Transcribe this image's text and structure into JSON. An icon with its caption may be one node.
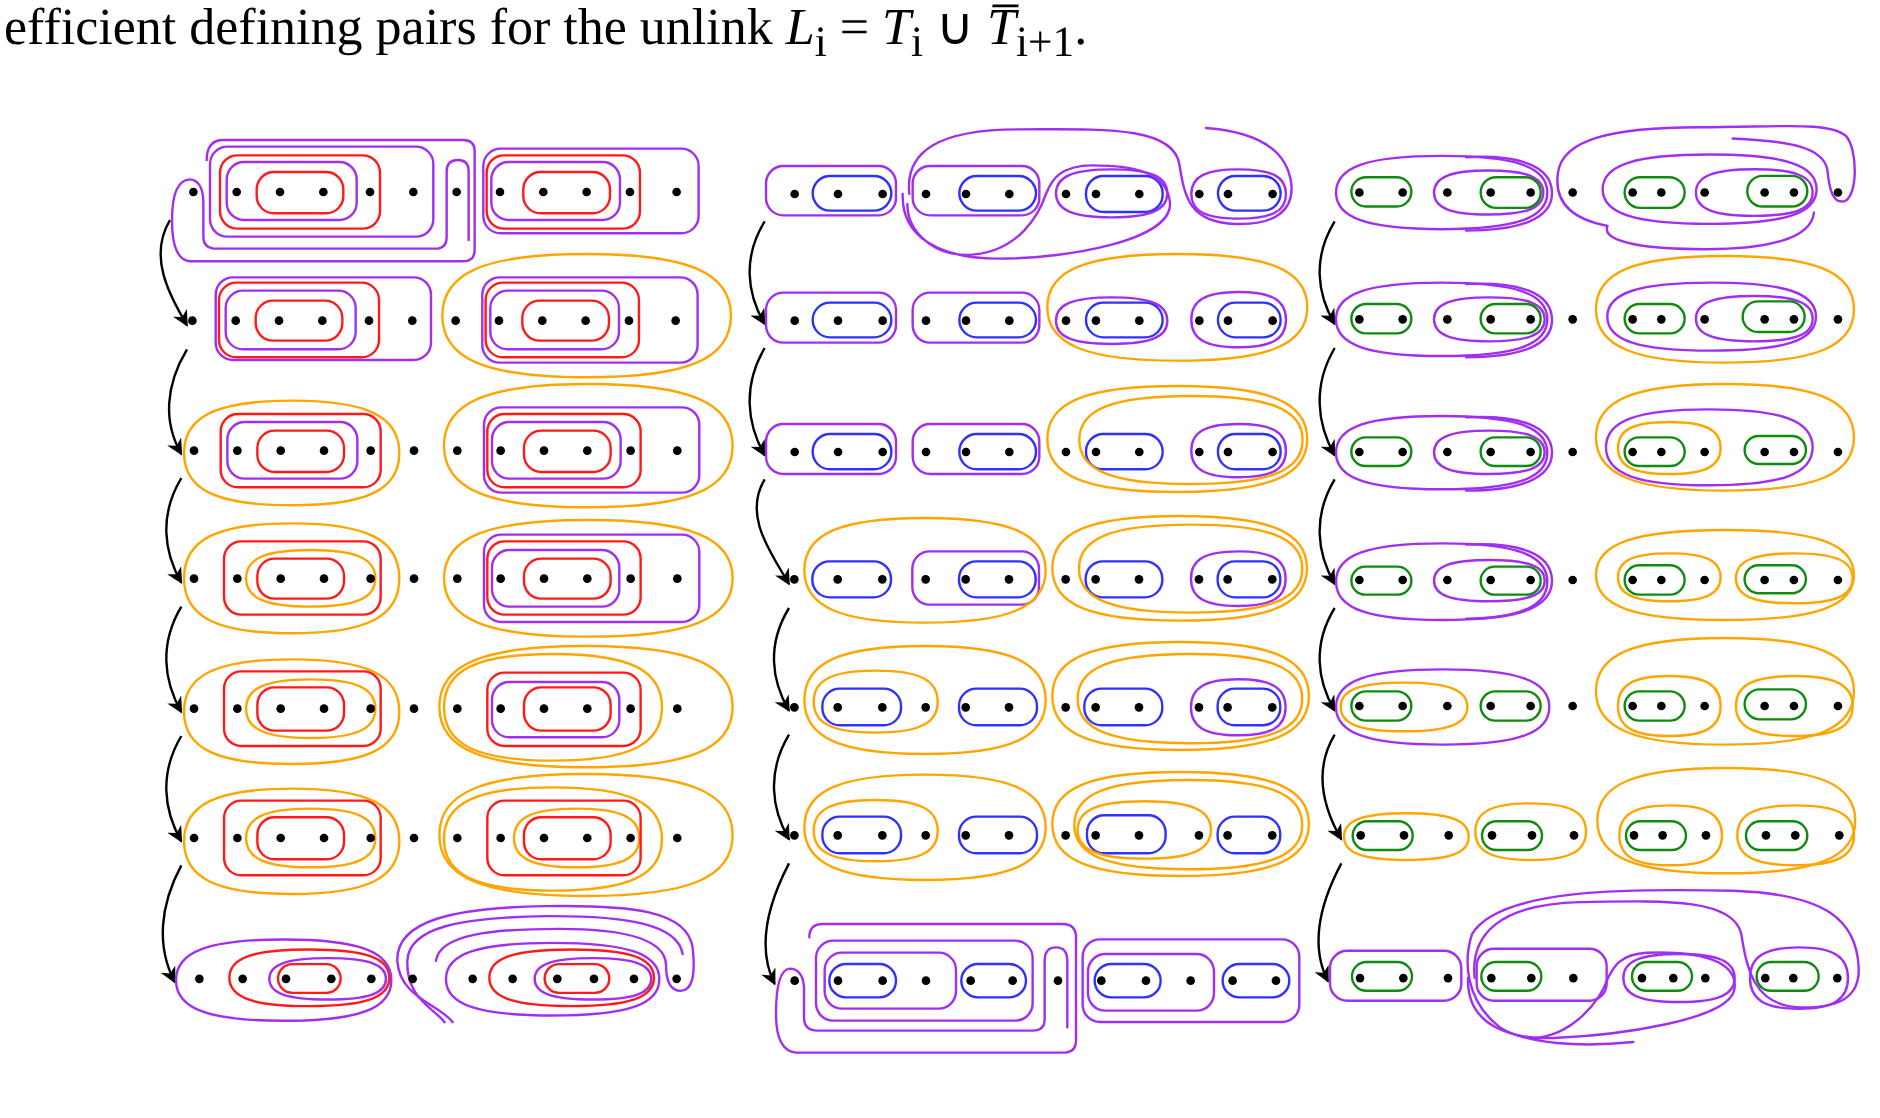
{
  "diagram": {
    "nodes": [
      {
        "text": [],
        "shape": "picture"
      },
      {
        "text": [],
        "shape": "picture"
      },
      {
        "text": [],
        "shape": "picture"
      },
      {
        "text": [],
        "shape": "picture"
      },
      {
        "text": [],
        "shape": "picture"
      },
      {
        "text": [],
        "shape": "picture"
      },
      {
        "text": [],
        "shape": "picture"
      },
      {
        "text": [],
        "shape": "picture"
      },
      {
        "text": [],
        "shape": "picture"
      },
      {
        "text": [],
        "shape": "picture"
      },
      {
        "text": [],
        "shape": "picture"
      },
      {
        "text": [],
        "shape": "picture"
      },
      {
        "text": [],
        "shape": "picture"
      },
      {
        "text": [],
        "shape": "picture"
      },
      {
        "text": [],
        "shape": "picture"
      },
      {
        "text": [],
        "shape": "picture"
      },
      {
        "text": [],
        "shape": "picture"
      },
      {
        "text": [],
        "shape": "picture"
      },
      {
        "text": [],
        "shape": "picture"
      },
      {
        "text": [],
        "shape": "picture"
      },
      {
        "text": [],
        "shape": "picture"
      }
    ],
    "edges": [
      {
        "from": 0,
        "to": 1,
        "arrow": "to"
      },
      {
        "from": 1,
        "to": 2,
        "arrow": "to"
      },
      {
        "from": 2,
        "to": 3,
        "arrow": "to"
      },
      {
        "from": 3,
        "to": 4,
        "arrow": "to"
      },
      {
        "from": 4,
        "to": 5,
        "arrow": "to"
      },
      {
        "from": 5,
        "to": 6,
        "arrow": "to"
      },
      {
        "from": 7,
        "to": 8,
        "arrow": "to"
      },
      {
        "from": 8,
        "to": 9,
        "arrow": "to"
      },
      {
        "from": 9,
        "to": 10,
        "arrow": "to"
      },
      {
        "from": 10,
        "to": 11,
        "arrow": "to"
      },
      {
        "from": 11,
        "to": 12,
        "arrow": "to"
      },
      {
        "from": 12,
        "to": 13,
        "arrow": "to"
      },
      {
        "from": 14,
        "to": 15,
        "arrow": "to"
      },
      {
        "from": 15,
        "to": 16,
        "arrow": "to"
      },
      {
        "from": 16,
        "to": 17,
        "arrow": "to"
      },
      {
        "from": 17,
        "to": 18,
        "arrow": "to"
      },
      {
        "from": 18,
        "to": 19,
        "arrow": "to"
      },
      {
        "from": 19,
        "to": 20,
        "arrow": "to"
      }
    ],
    "labels": [
      "efficient defining pairs for the unlink *L*$_{i}$ = *T*$_{i}$ ∪ *T̅*$_{i+1}$."
    ]
  }
}
